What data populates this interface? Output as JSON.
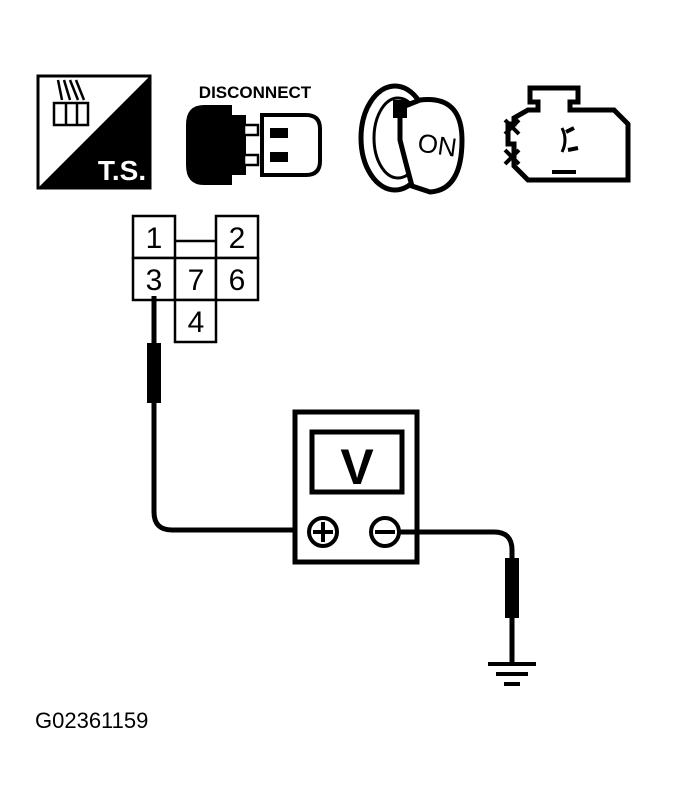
{
  "icons": {
    "ts_label": "T.S.",
    "disconnect_label": "DISCONNECT",
    "key_label": "ON"
  },
  "connector": {
    "pins": [
      "1",
      "2",
      "3",
      "7",
      "6",
      "4"
    ]
  },
  "meter": {
    "display": "V"
  },
  "figure_code": "G02361159",
  "colors": {
    "ink": "#000000",
    "paper": "#ffffff"
  }
}
